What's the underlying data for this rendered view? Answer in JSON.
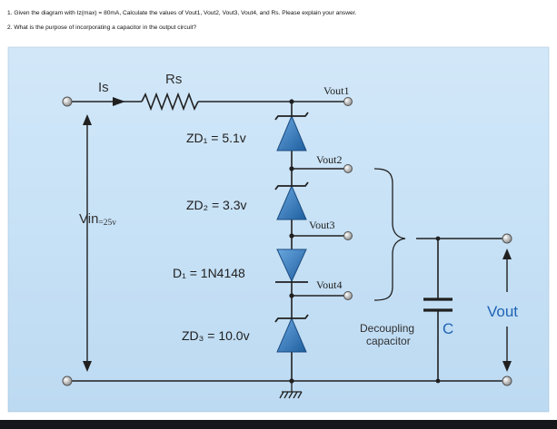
{
  "question": {
    "line1": "1. Given the diagram with Iz(max) = 80mA, Calculate  the values of Vout1, Vout2, Vout3, Vout4, and Rs. Please explain your answer.",
    "line2": "2. What is the purpose of incorporating a capacitor in the output circuit?"
  },
  "diagram": {
    "is_label": "Is",
    "rs_label": "Rs",
    "vin_main": "Vin",
    "vin_suffix": "=25v",
    "vout1": "Vout1",
    "vout2": "Vout2",
    "vout3": "Vout3",
    "vout4": "Vout4",
    "zd1": "ZD₁ = 5.1v",
    "zd2": "ZD₂ = 3.3v",
    "d1": "D₁ = 1N4148",
    "zd3": "ZD₃ = 10.0v",
    "cap_line1": "Decoupling",
    "cap_line2": "capacitor",
    "cap_letter": "C",
    "vout": "Vout"
  },
  "colors": {
    "background": "#c9e3f7",
    "wire": "#202020",
    "component": "#2b6fb3",
    "cap_label": "#1f63b5",
    "terminal": "#888888"
  }
}
